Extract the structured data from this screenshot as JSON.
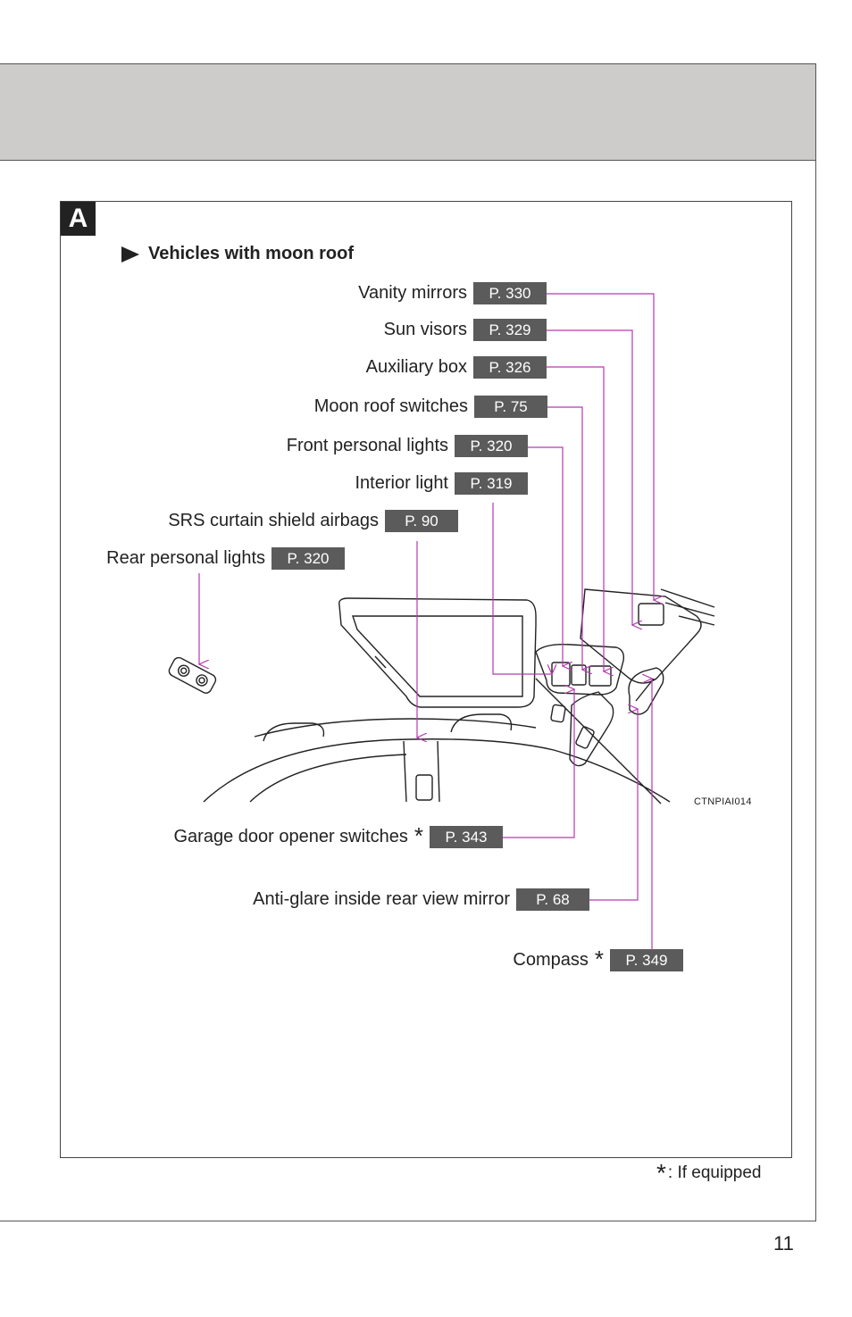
{
  "section_letter": "A",
  "subheading": "Vehicles with moon roof",
  "callouts_top": [
    {
      "label": "Vanity mirrors",
      "page": "P. 330"
    },
    {
      "label": "Sun visors",
      "page": "P. 329"
    },
    {
      "label": "Auxiliary box",
      "page": "P. 326"
    },
    {
      "label": "Moon roof switches",
      "page": "P. 75"
    },
    {
      "label": "Front personal lights",
      "page": "P. 320"
    },
    {
      "label": "Interior light",
      "page": "P. 319"
    },
    {
      "label": "SRS curtain shield airbags",
      "page": "P. 90"
    },
    {
      "label": "Rear personal lights",
      "page": "P. 320"
    }
  ],
  "callouts_bottom": [
    {
      "label": "Garage door opener switches",
      "asterisk": "*",
      "page": "P. 343"
    },
    {
      "label": "Anti-glare inside rear view mirror",
      "page": "P. 68"
    },
    {
      "label": "Compass",
      "asterisk": "*",
      "page": "P. 349"
    }
  ],
  "diagram_code": "CTNPIAI014",
  "footnote": {
    "symbol": "*",
    "text": ": If equipped"
  },
  "page_number": "11",
  "colors": {
    "leader_line": "#b53ab0",
    "page_ref_bg": "#5b5b5b",
    "header_band": "#cdcccb"
  }
}
